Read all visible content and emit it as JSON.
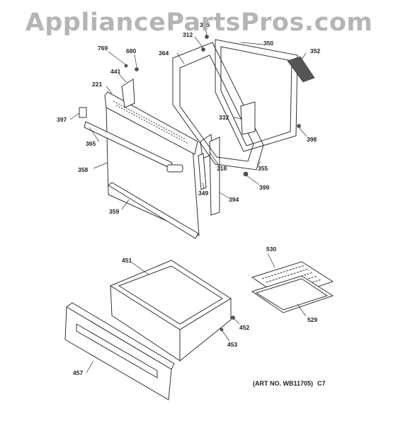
{
  "watermark": "AppliancePartsPros.com",
  "art_number": "(ART NO. WB11705)",
  "art_suffix": "C7",
  "callouts": [
    {
      "id": "769",
      "label": "769"
    },
    {
      "id": "680",
      "label": "680"
    },
    {
      "id": "312",
      "label": "312"
    },
    {
      "id": "395",
      "label": "395"
    },
    {
      "id": "350",
      "label": "350"
    },
    {
      "id": "352",
      "label": "352"
    },
    {
      "id": "364",
      "label": "364"
    },
    {
      "id": "441",
      "label": "441"
    },
    {
      "id": "221",
      "label": "221"
    },
    {
      "id": "332",
      "label": "332"
    },
    {
      "id": "397",
      "label": "397"
    },
    {
      "id": "398",
      "label": "398"
    },
    {
      "id": "365",
      "label": "365"
    },
    {
      "id": "318",
      "label": "318"
    },
    {
      "id": "355",
      "label": "355"
    },
    {
      "id": "358",
      "label": "358"
    },
    {
      "id": "399",
      "label": "399"
    },
    {
      "id": "349",
      "label": "349"
    },
    {
      "id": "394",
      "label": "394"
    },
    {
      "id": "359",
      "label": "359"
    },
    {
      "id": "451",
      "label": "451"
    },
    {
      "id": "530",
      "label": "530"
    },
    {
      "id": "529",
      "label": "529"
    },
    {
      "id": "452",
      "label": "452"
    },
    {
      "id": "453",
      "label": "453"
    },
    {
      "id": "457",
      "label": "457"
    }
  ]
}
